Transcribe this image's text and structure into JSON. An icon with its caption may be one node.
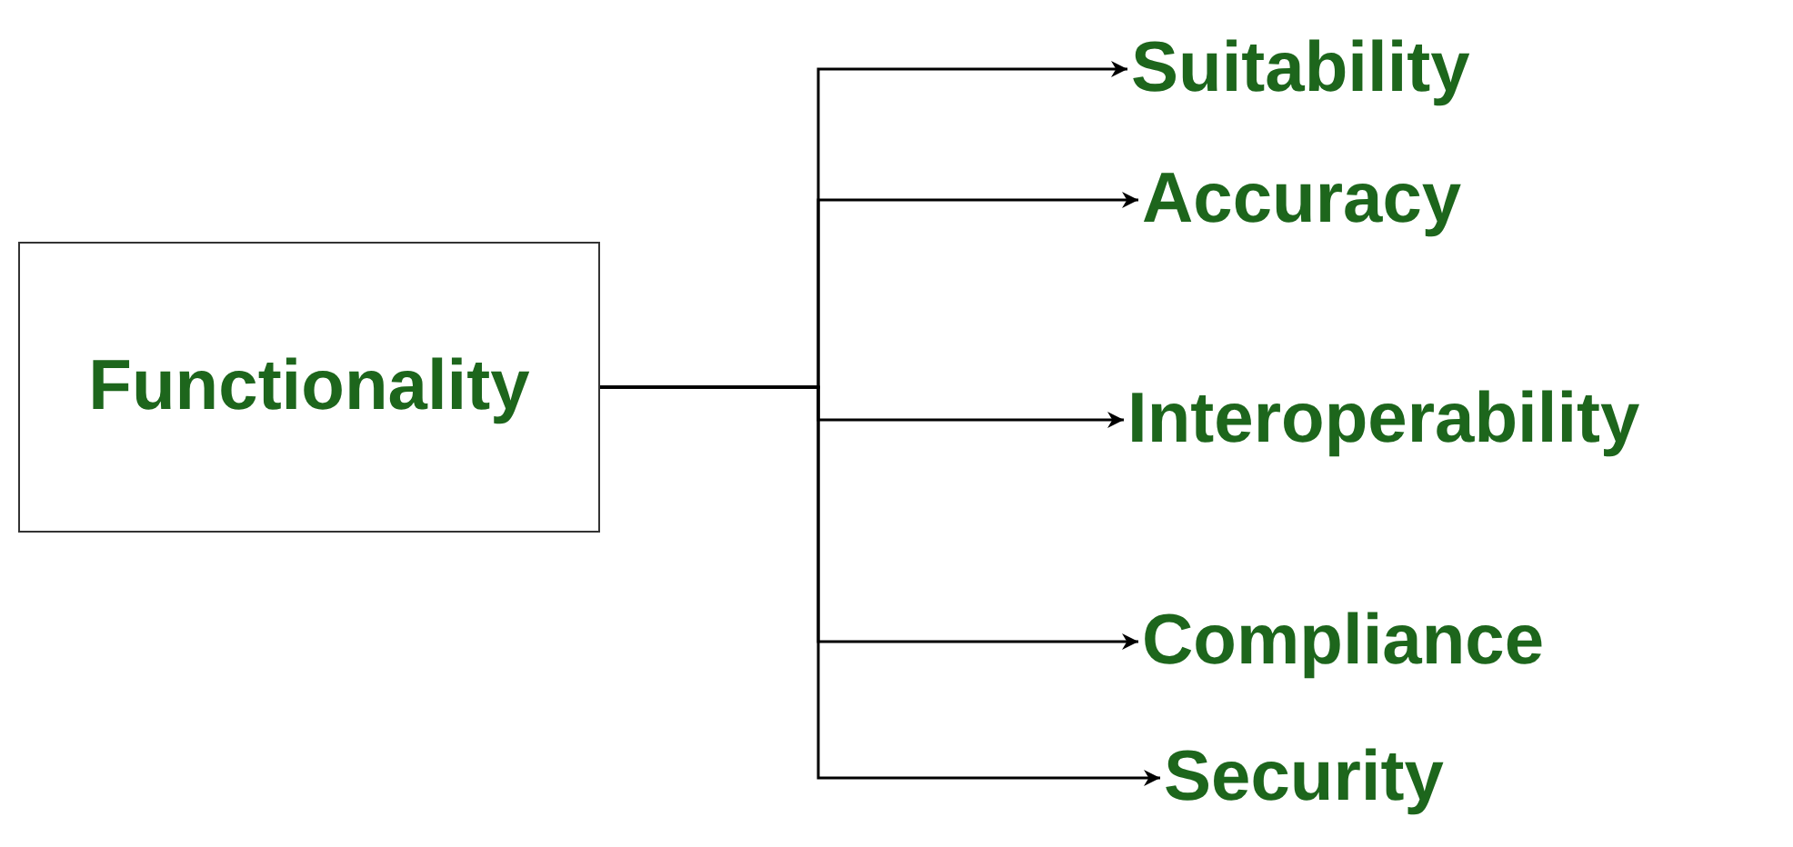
{
  "diagram": {
    "nodes": [
      {
        "text": [
          "Functionality"
        ]
      },
      {
        "text": [
          "Suitability"
        ]
      },
      {
        "text": [
          "Accuracy"
        ]
      },
      {
        "text": [
          "Interoperability"
        ]
      },
      {
        "text": [
          "Compliance"
        ]
      },
      {
        "text": [
          "Security"
        ]
      }
    ],
    "edges": [
      {
        "from": 0,
        "to": 1,
        "arrow": "to"
      },
      {
        "from": 0,
        "to": 2,
        "arrow": "to"
      },
      {
        "from": 0,
        "to": 3,
        "arrow": "to"
      },
      {
        "from": 0,
        "to": 4,
        "arrow": "to"
      },
      {
        "from": 0,
        "to": 5,
        "arrow": "to"
      }
    ]
  }
}
